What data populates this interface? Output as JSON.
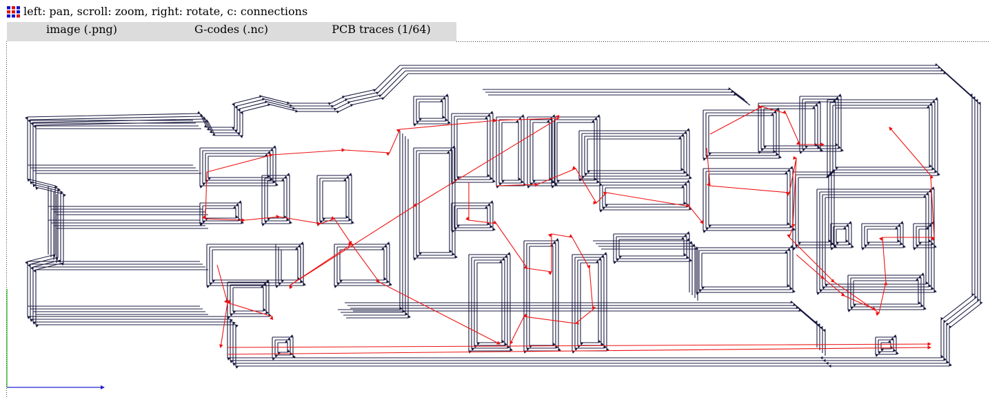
{
  "titlebar": {
    "hint": "left: pan, scroll: zoom, right: rotate, c: connections",
    "icon": "grid-app-icon"
  },
  "tabs": [
    {
      "label": "image (.png)"
    },
    {
      "label": "G-codes (.nc)"
    },
    {
      "label": "PCB traces (1/64)"
    }
  ],
  "colors": {
    "trace": "#1a1a40",
    "connection": "#ee1111",
    "axis_x": "#2222cc",
    "axis_y": "#22aa22",
    "tabbar": "#dcdcdc",
    "icon_red": "#dd1111",
    "icon_blue": "#1111cc"
  },
  "viewer": {
    "mode": "PCB traces (1/64)",
    "connections_visible": true,
    "axes_visible": true
  }
}
